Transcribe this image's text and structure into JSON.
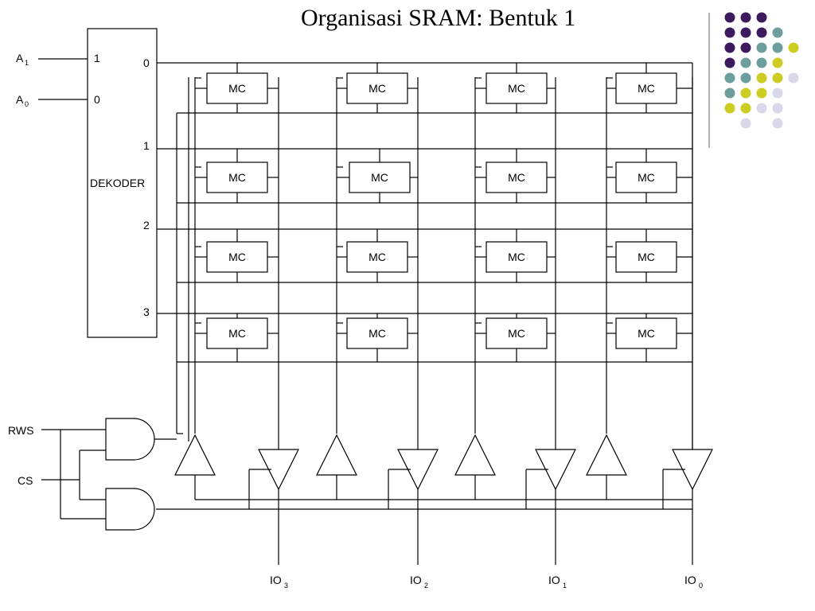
{
  "title": "Organisasi SRAM: Bentuk 1",
  "decoder": {
    "label": "DEKODER",
    "input_numbers": [
      "1",
      "0"
    ],
    "output_numbers": [
      "0",
      "1",
      "2",
      "3"
    ]
  },
  "address_inputs": [
    {
      "base": "A",
      "sub": "1"
    },
    {
      "base": "A",
      "sub": "0"
    }
  ],
  "control_inputs": [
    "RWS",
    "CS"
  ],
  "cell_label": "MC",
  "io_outputs": [
    {
      "base": "IO",
      "sub": "3"
    },
    {
      "base": "IO",
      "sub": "2"
    },
    {
      "base": "IO",
      "sub": "1"
    },
    {
      "base": "IO",
      "sub": "0"
    }
  ],
  "decoration": {
    "dot_colors": [
      "#3d1a5e",
      "#6b9e9c",
      "#cccc22",
      "#d8d8e8"
    ],
    "rule_color": "#999999"
  }
}
